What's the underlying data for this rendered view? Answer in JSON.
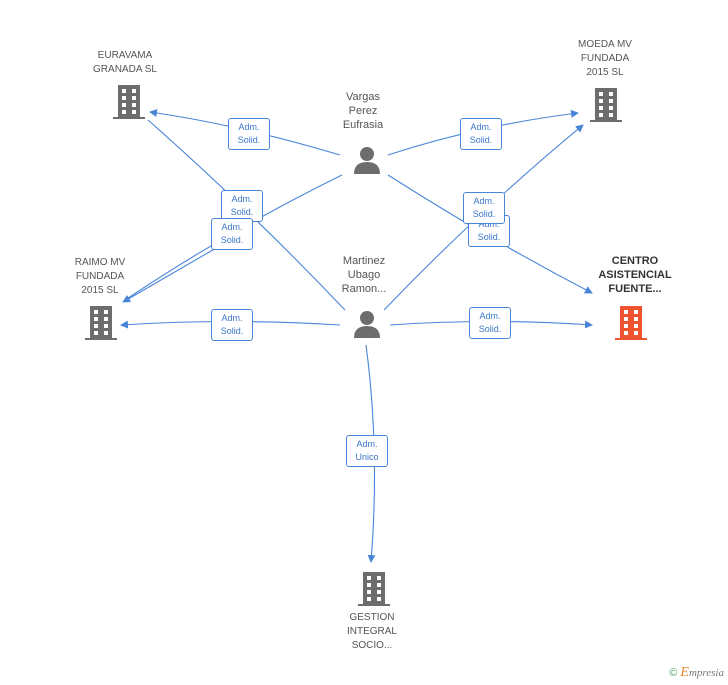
{
  "people": {
    "vargas": {
      "label": "Vargas\nPerez\nEufrasia"
    },
    "martinez": {
      "label": "Martinez\nUbago\nRamon..."
    }
  },
  "companies": {
    "euravama": {
      "label": "EURAVAMA\nGRANADA SL"
    },
    "moeda": {
      "label": "MOEDA MV\nFUNDADA\n2015  SL"
    },
    "raimo": {
      "label": "RAIMO MV\nFUNDADA\n2015  SL"
    },
    "centro": {
      "label": "CENTRO\nASISTENCIAL\nFUENTE..."
    },
    "gestion": {
      "label": "GESTION\nINTEGRAL\nSOCIO..."
    }
  },
  "edges": {
    "adm": "Adm.",
    "solid": "Solid.",
    "unico": "Unico"
  },
  "colors": {
    "edge": "#4a86d8",
    "company_icon": "#6d6d6d",
    "highlight_icon": "#f0532f",
    "person_icon": "#6d6d6d"
  },
  "footer": {
    "copyright": "©",
    "brand_initial": "E",
    "brand_rest": "mpresia"
  }
}
